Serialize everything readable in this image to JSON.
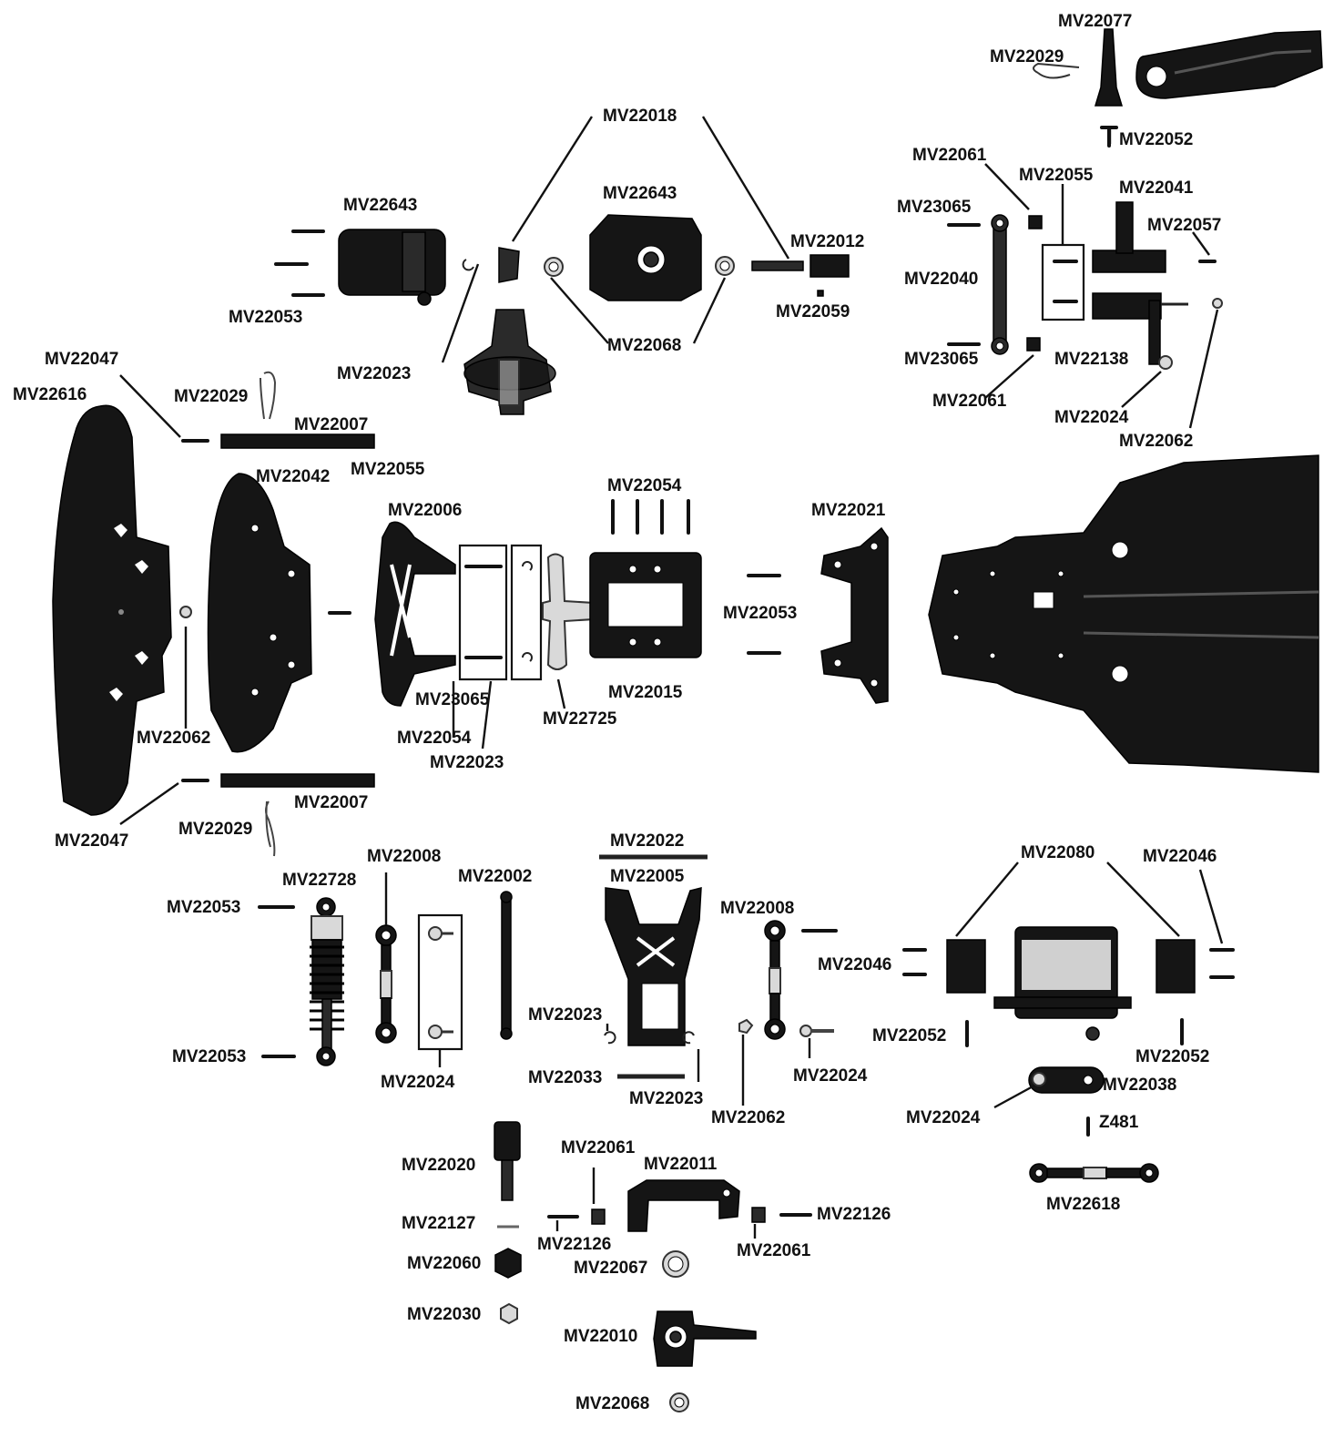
{
  "labels": {
    "l01": "MV22077",
    "l02": "MV22029",
    "l03": "MV22052",
    "l04": "MV22018",
    "l05": "MV22061",
    "l06": "MV22055",
    "l07": "MV22041",
    "l08": "MV22643",
    "l09": "MV22643",
    "l10": "MV23065",
    "l11": "MV22057",
    "l12": "MV22012",
    "l13": "MV22040",
    "l14": "MV22059",
    "l15": "MV22053",
    "l16": "MV22068",
    "l17": "MV23065",
    "l18": "MV22138",
    "l19": "MV22047",
    "l20": "MV22023",
    "l21": "MV22061",
    "l22": "MV22616",
    "l23": "MV22029",
    "l24": "MV22024",
    "l25": "MV22007",
    "l26": "MV22062",
    "l27": "MV22042",
    "l28": "MV22055",
    "l29": "MV22054",
    "l30": "MV22006",
    "l31": "MV22021",
    "l32": "MV22053",
    "l33": "MV22015",
    "l34": "MV23065",
    "l35": "MV22725",
    "l36": "MV22054",
    "l37": "MV22062",
    "l38": "MV22023",
    "l39": "MV22007",
    "l40": "MV22029",
    "l41": "MV22047",
    "l42": "MV22022",
    "l43": "MV22008",
    "l44": "MV22080",
    "l45": "MV22046",
    "l46": "MV22728",
    "l47": "MV22002",
    "l48": "MV22005",
    "l49": "MV22053",
    "l50": "MV22008",
    "l51": "MV22046",
    "l52": "MV22023",
    "l53": "MV22052",
    "l54": "MV22053",
    "l55": "MV22052",
    "l56": "MV22024",
    "l57": "MV22033",
    "l58": "MV22024",
    "l59": "MV22038",
    "l60": "MV22023",
    "l61": "MV22062",
    "l62": "MV22024",
    "l63": "Z481",
    "l64": "MV22061",
    "l65": "MV22011",
    "l66": "MV22020",
    "l67": "MV22618",
    "l68": "MV22126",
    "l69": "MV22127",
    "l70": "MV22126",
    "l71": "MV22061",
    "l72": "MV22060",
    "l73": "MV22067",
    "l74": "MV22030",
    "l75": "MV22010",
    "l76": "MV22068"
  }
}
